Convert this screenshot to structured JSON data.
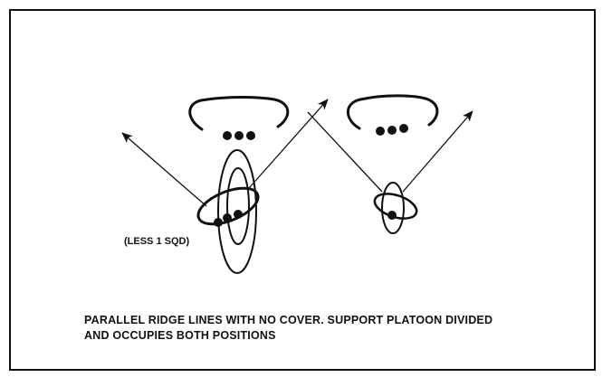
{
  "diagram": {
    "label_less_squad": "(LESS 1 SQD)",
    "caption_line1": "PARALLEL RIDGE LINES WITH NO COVER. SUPPORT PLATOON DIVIDED",
    "caption_line2": "AND OCCUPIES BOTH POSITIONS"
  },
  "colors": {
    "ink": "#111111",
    "background": "#ffffff"
  }
}
